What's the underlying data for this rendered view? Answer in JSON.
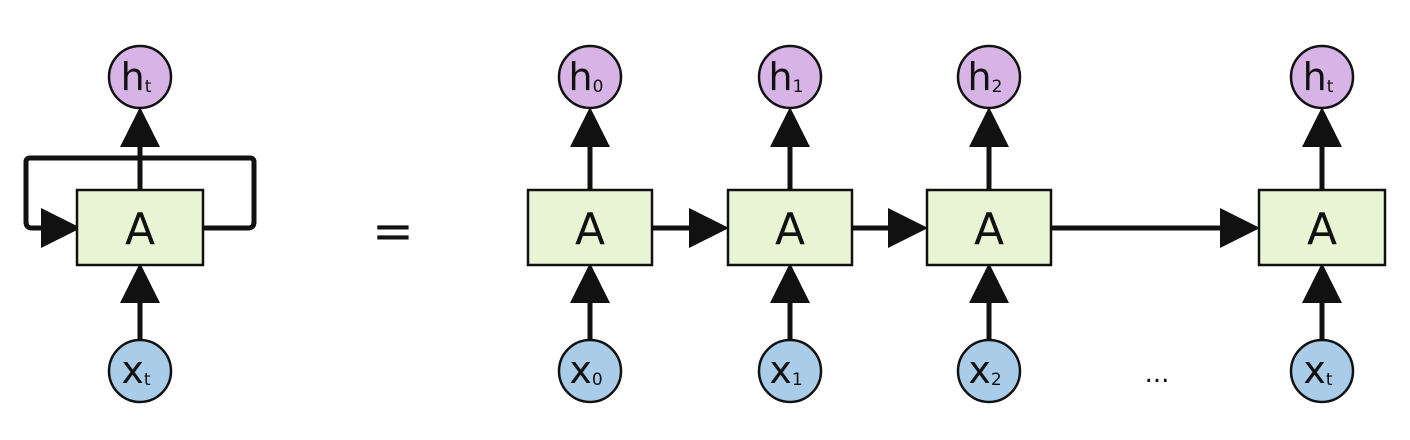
{
  "colors": {
    "cell_fill": "#e8f4d4",
    "output_fill": "#d8b3e6",
    "input_fill": "#a9cce9",
    "stroke": "#111111"
  },
  "rolled": {
    "cell": {
      "label": "A"
    },
    "output": {
      "main": "h",
      "sub": "t"
    },
    "input": {
      "main": "x",
      "sub": "t"
    }
  },
  "equals": "=",
  "unrolled": [
    {
      "cell": "A",
      "output": {
        "main": "h",
        "sub": "0"
      },
      "input": {
        "main": "x",
        "sub": "0"
      }
    },
    {
      "cell": "A",
      "output": {
        "main": "h",
        "sub": "1"
      },
      "input": {
        "main": "x",
        "sub": "1"
      }
    },
    {
      "cell": "A",
      "output": {
        "main": "h",
        "sub": "2"
      },
      "input": {
        "main": "x",
        "sub": "2"
      }
    },
    {
      "cell": "A",
      "output": {
        "main": "h",
        "sub": "t"
      },
      "input": {
        "main": "x",
        "sub": "t"
      }
    }
  ],
  "ellipsis": "..."
}
